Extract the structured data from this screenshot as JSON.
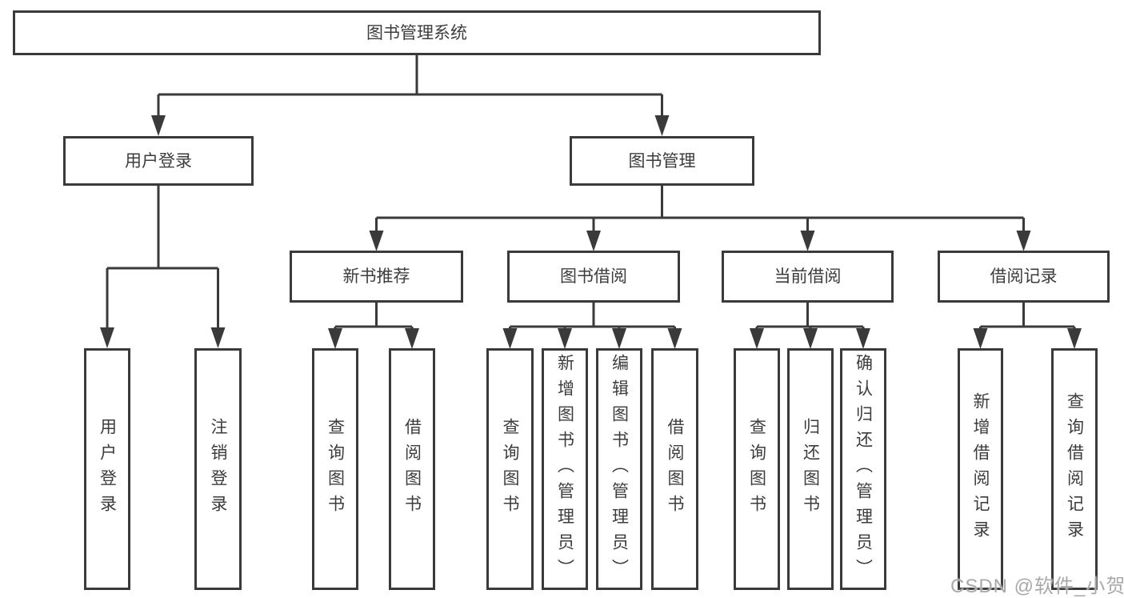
{
  "tree": {
    "label": "图书管理系统",
    "children": [
      {
        "label": "用户登录",
        "children": [
          {
            "label": "用户登录"
          },
          {
            "label": "注销登录"
          }
        ]
      },
      {
        "label": "图书管理",
        "children": [
          {
            "label": "新书推荐",
            "children": [
              {
                "label": "查询图书"
              },
              {
                "label": "借阅图书"
              }
            ]
          },
          {
            "label": "图书借阅",
            "children": [
              {
                "label": "查询图书"
              },
              {
                "label": "新增图书（管理员）"
              },
              {
                "label": "编辑图书（管理员）"
              },
              {
                "label": "借阅图书"
              }
            ]
          },
          {
            "label": "当前借阅",
            "children": [
              {
                "label": "查询图书"
              },
              {
                "label": "归还图书"
              },
              {
                "label": "确认归还（管理员）"
              }
            ]
          },
          {
            "label": "借阅记录",
            "children": [
              {
                "label": "新增借阅记录"
              },
              {
                "label": "查询借阅记录"
              }
            ]
          }
        ]
      }
    ]
  },
  "watermark": "CSDN @软件_小贺同学",
  "colors": {
    "line": "#3a3a3a",
    "box_border": "#3a3a3a",
    "text": "#3c3c3c",
    "watermark": "#a9a9a9",
    "background": "#ffffff"
  }
}
